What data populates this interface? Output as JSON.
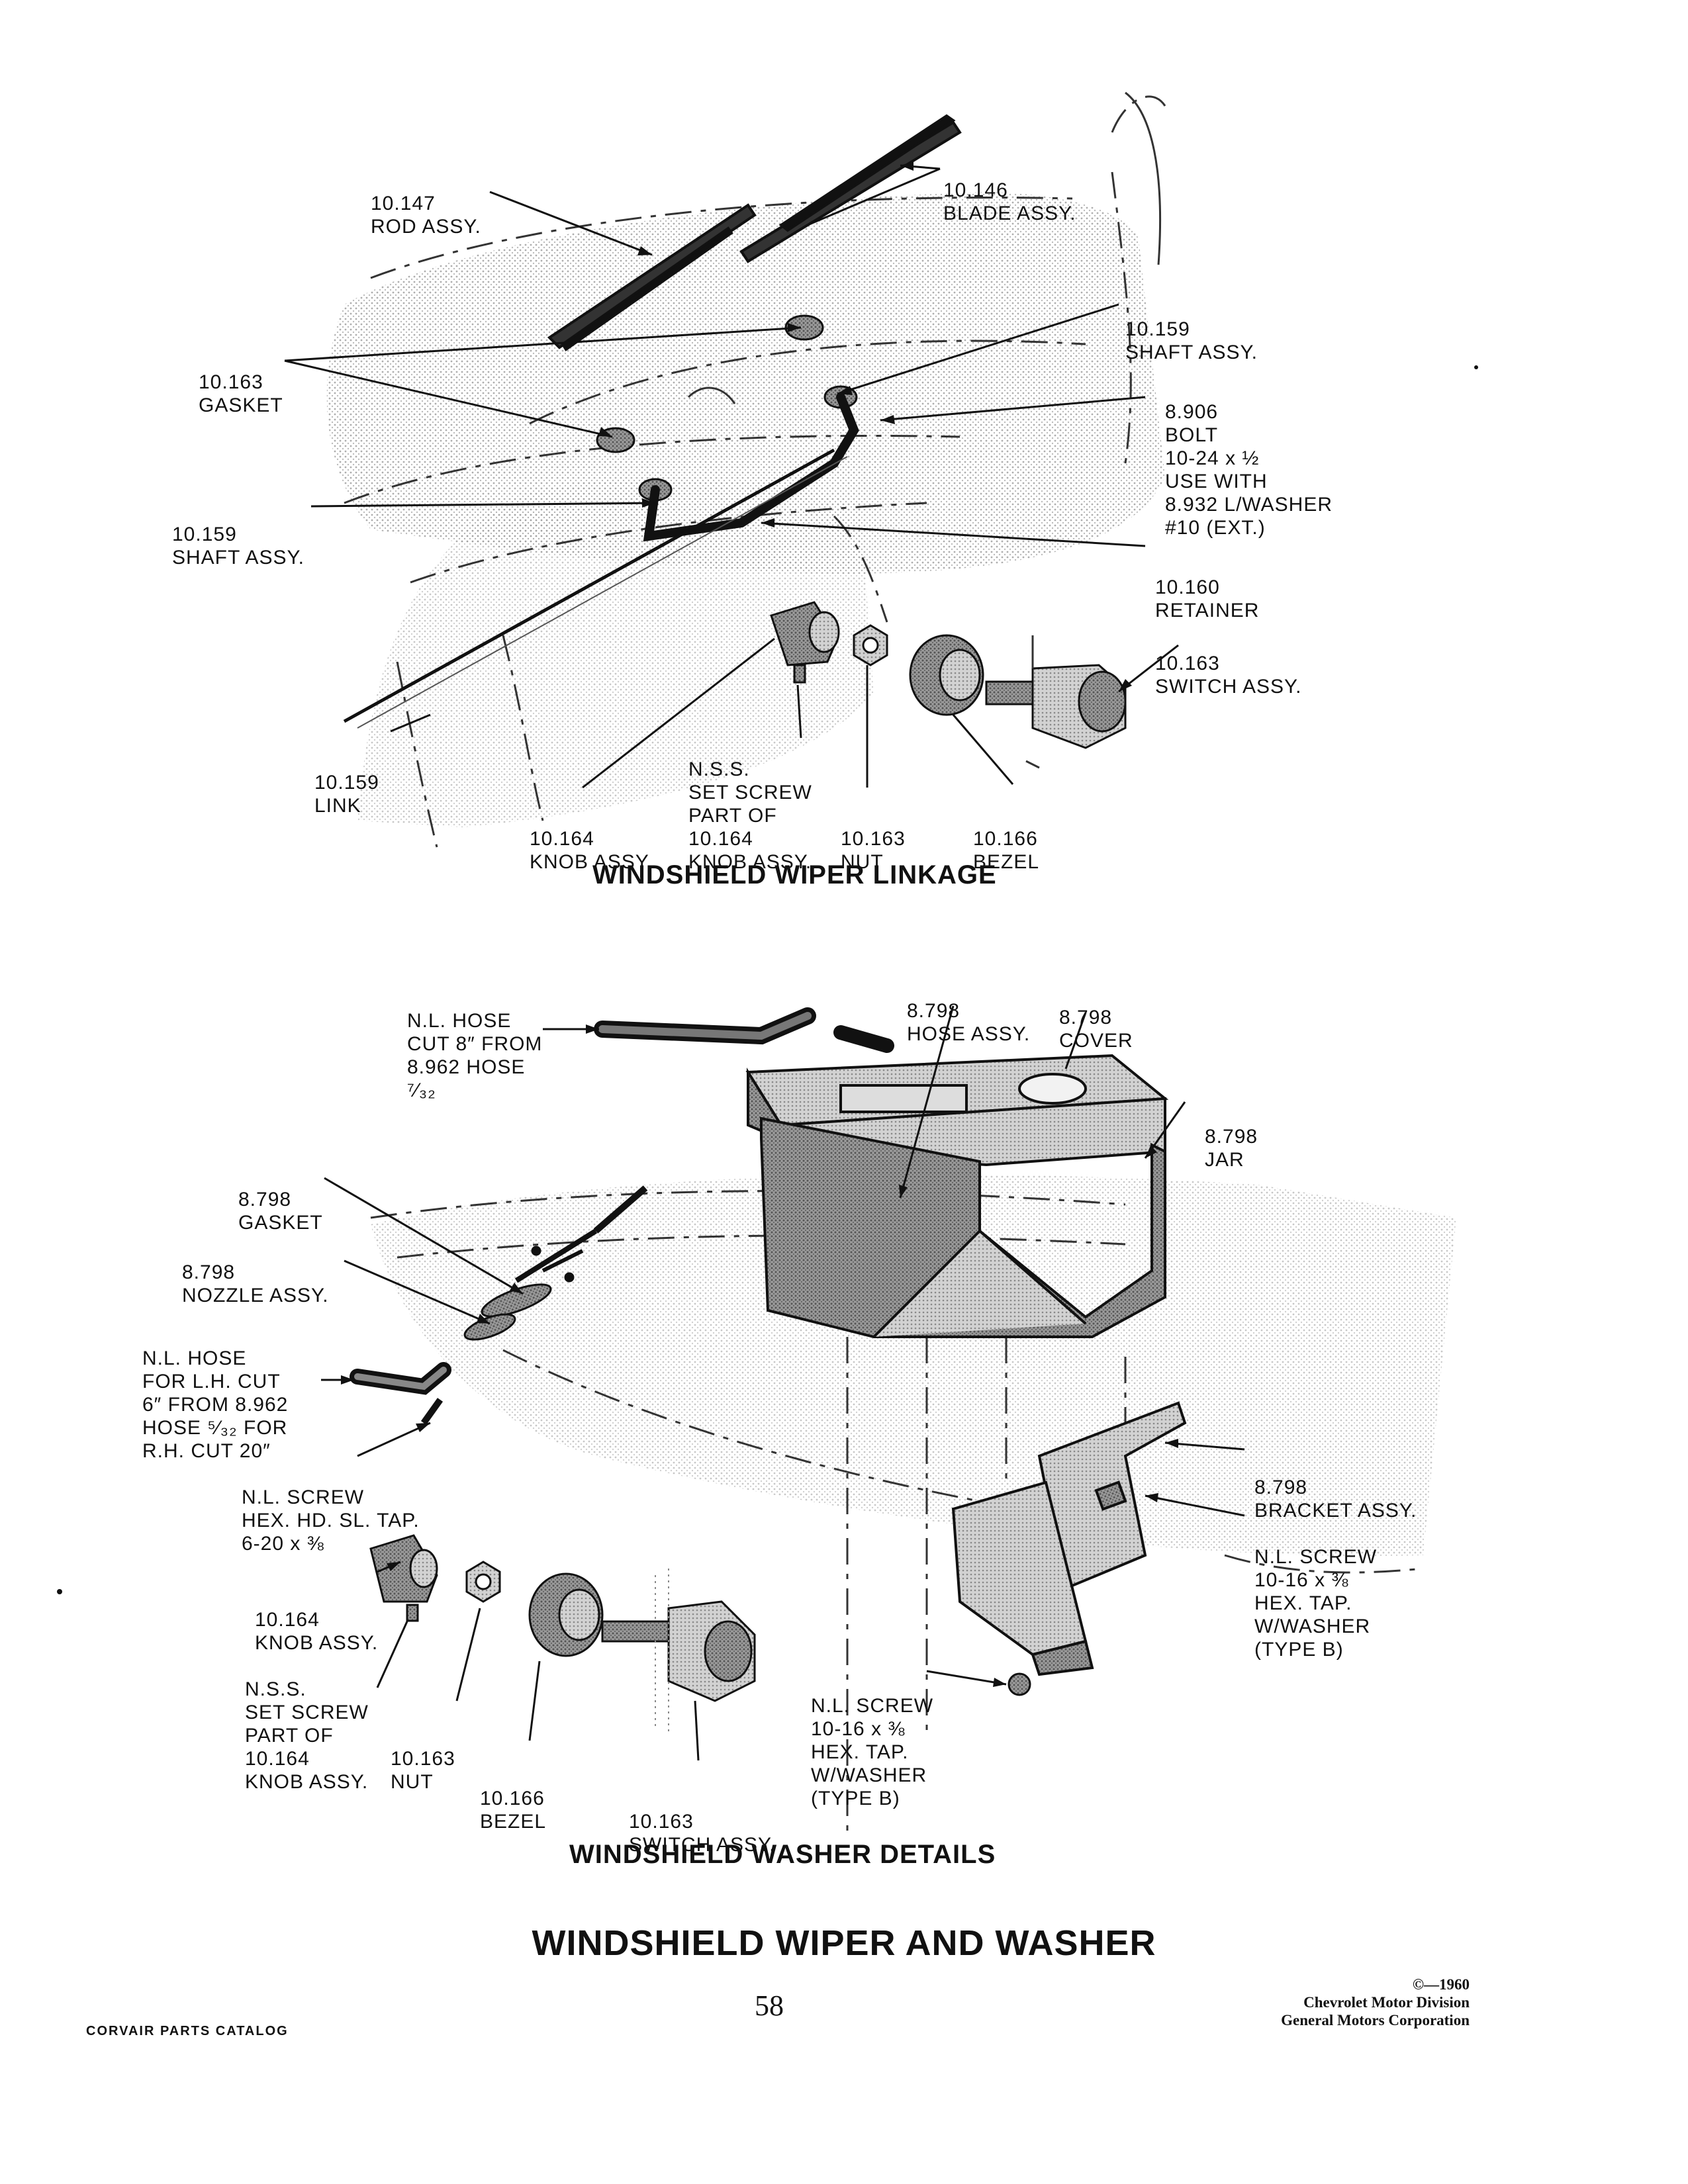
{
  "linkage": {
    "caption": "WINDSHIELD WIPER LINKAGE",
    "labels": {
      "rod": [
        "10.147",
        "ROD ASSY."
      ],
      "blade": [
        "10.146",
        "BLADE ASSY."
      ],
      "gasket": [
        "10.163",
        "GASKET"
      ],
      "shaft_r": [
        "10.159",
        "SHAFT ASSY."
      ],
      "bolt": [
        "8.906",
        "BOLT",
        "10-24 x ½",
        "USE WITH",
        "8.932 L/WASHER",
        "#10 (EXT.)"
      ],
      "shaft_l": [
        "10.159",
        "SHAFT ASSY."
      ],
      "retainer": [
        "10.160",
        "RETAINER"
      ],
      "switch": [
        "10.163",
        "SWITCH ASSY."
      ],
      "link": [
        "10.159",
        "LINK"
      ],
      "knob": [
        "10.164",
        "KNOB ASSY."
      ],
      "setscrew": [
        "N.S.S.",
        "SET SCREW",
        "PART OF",
        "10.164",
        "KNOB ASSY."
      ],
      "nut": [
        "10.163",
        "NUT"
      ],
      "bezel": [
        "10.166",
        "BEZEL"
      ]
    }
  },
  "washer": {
    "caption": "WINDSHIELD WASHER DETAILS",
    "labels": {
      "hose_top": [
        "N.L. HOSE",
        "CUT 8″ FROM",
        "8.962 HOSE",
        "⁷⁄₃₂"
      ],
      "hose_assy": [
        "8.798",
        "HOSE ASSY."
      ],
      "cover": [
        "8.798",
        "COVER"
      ],
      "jar": [
        "8.798",
        "JAR"
      ],
      "gasket": [
        "8.798",
        "GASKET"
      ],
      "nozzle": [
        "8.798",
        "NOZZLE ASSY."
      ],
      "hose_lh": [
        "N.L. HOSE",
        "FOR L.H. CUT",
        "6″ FROM 8.962",
        "HOSE ⁵⁄₃₂ FOR",
        "R.H. CUT 20″"
      ],
      "screw_hex": [
        "N.L. SCREW",
        "HEX. HD. SL. TAP.",
        "6-20 x ⅜"
      ],
      "bracket": [
        "8.798",
        "BRACKET ASSY."
      ],
      "screw_b1": [
        "N.L. SCREW",
        "10-16 x ⅜",
        "HEX. TAP.",
        "W/WASHER",
        "(TYPE B)"
      ],
      "knob": [
        "10.164",
        "KNOB ASSY."
      ],
      "setscrew": [
        "N.S.S.",
        "SET SCREW",
        "PART OF",
        "10.164",
        "KNOB ASSY."
      ],
      "nut": [
        "10.163",
        "NUT"
      ],
      "bezel": [
        "10.166",
        "BEZEL"
      ],
      "switch": [
        "10.163",
        "SWITCH ASSY."
      ],
      "screw_b2": [
        "N.L. SCREW",
        "10-16 x ⅜",
        "HEX. TAP.",
        "W/WASHER",
        "(TYPE B)"
      ]
    }
  },
  "page_title": "WINDSHIELD WIPER AND WASHER",
  "footer": {
    "catalog": "CORVAIR PARTS CATALOG",
    "page_number": "58",
    "copyright": [
      "©—1960",
      "Chevrolet Motor Division",
      "General Motors Corporation"
    ]
  }
}
